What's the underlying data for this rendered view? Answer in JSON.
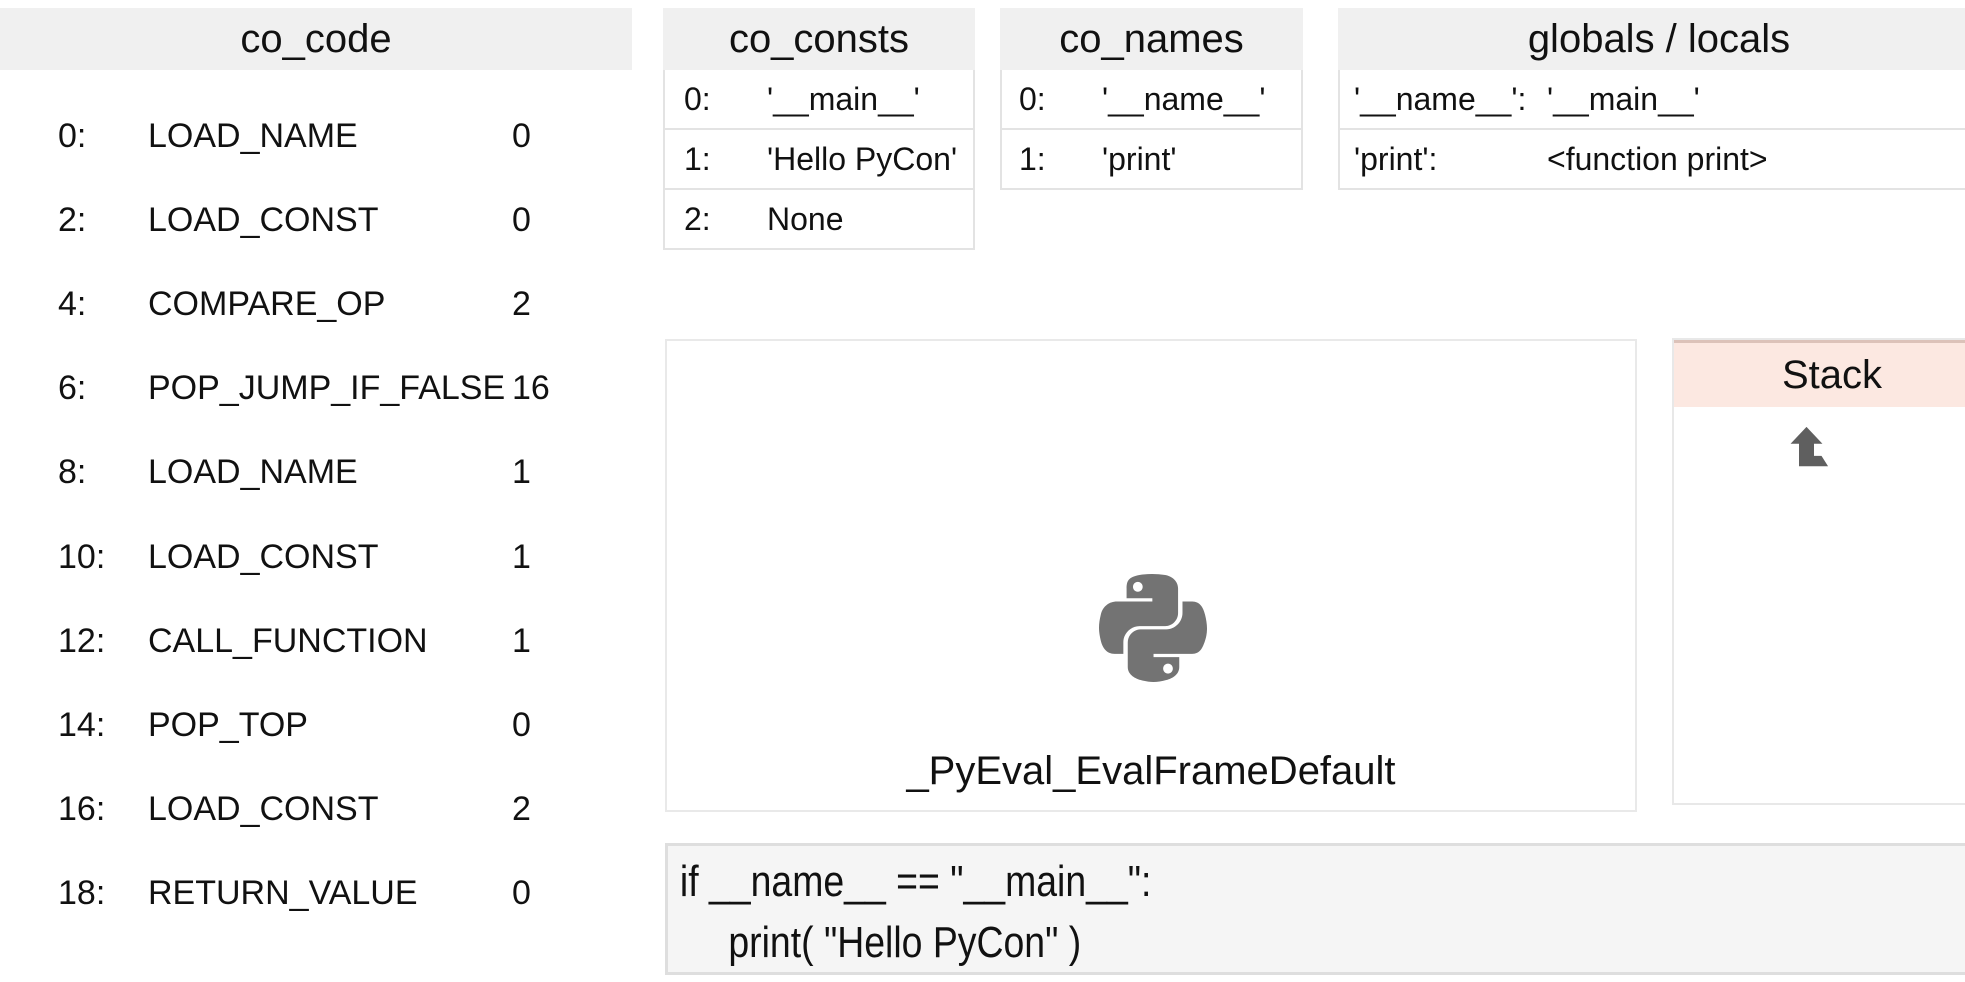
{
  "co_code": {
    "title": "co_code",
    "rows": [
      {
        "offset": "0:",
        "op": "LOAD_NAME",
        "arg": "0"
      },
      {
        "offset": "2:",
        "op": "LOAD_CONST",
        "arg": "0"
      },
      {
        "offset": "4:",
        "op": "COMPARE_OP",
        "arg": "2"
      },
      {
        "offset": "6:",
        "op": "POP_JUMP_IF_FALSE",
        "arg": "16"
      },
      {
        "offset": "8:",
        "op": "LOAD_NAME",
        "arg": "1"
      },
      {
        "offset": "10:",
        "op": "LOAD_CONST",
        "arg": "1"
      },
      {
        "offset": "12:",
        "op": "CALL_FUNCTION",
        "arg": "1"
      },
      {
        "offset": "14:",
        "op": "POP_TOP",
        "arg": "0"
      },
      {
        "offset": "16:",
        "op": "LOAD_CONST",
        "arg": "2"
      },
      {
        "offset": "18:",
        "op": "RETURN_VALUE",
        "arg": "0"
      }
    ]
  },
  "co_consts": {
    "title": "co_consts",
    "rows": [
      {
        "index": "0:",
        "value": "'__main__'"
      },
      {
        "index": "1:",
        "value": "'Hello PyCon'"
      },
      {
        "index": "2:",
        "value": "None"
      }
    ]
  },
  "co_names": {
    "title": "co_names",
    "rows": [
      {
        "index": "0:",
        "value": "'__name__'"
      },
      {
        "index": "1:",
        "value": "'print'"
      }
    ]
  },
  "globals_locals": {
    "title": "globals / locals",
    "rows": [
      {
        "key": "'__name__':",
        "value": "'__main__'"
      },
      {
        "key": "'print':",
        "value": "<function print>"
      }
    ]
  },
  "eval_frame": {
    "label": "_PyEval_EvalFrameDefault",
    "icon": "python-icon"
  },
  "stack": {
    "title": "Stack",
    "icon": "level-up-arrow-icon"
  },
  "source_code": {
    "line1": "if __name__ == \"__main__\":",
    "line2": "print( \"Hello PyCon\" )"
  },
  "colors": {
    "header_bg": "#f0f0f0",
    "stack_header_bg": "#fce8e1",
    "stack_header_top_border": "#dcc2b9",
    "table_border": "#e3e3e3",
    "panel_border": "#e9e9e9",
    "code_box_bg": "#f5f5f5",
    "code_box_border": "#dedede",
    "python_logo_gray": "#737373",
    "arrow_gray": "#5f5f5f",
    "text": "#111111"
  }
}
